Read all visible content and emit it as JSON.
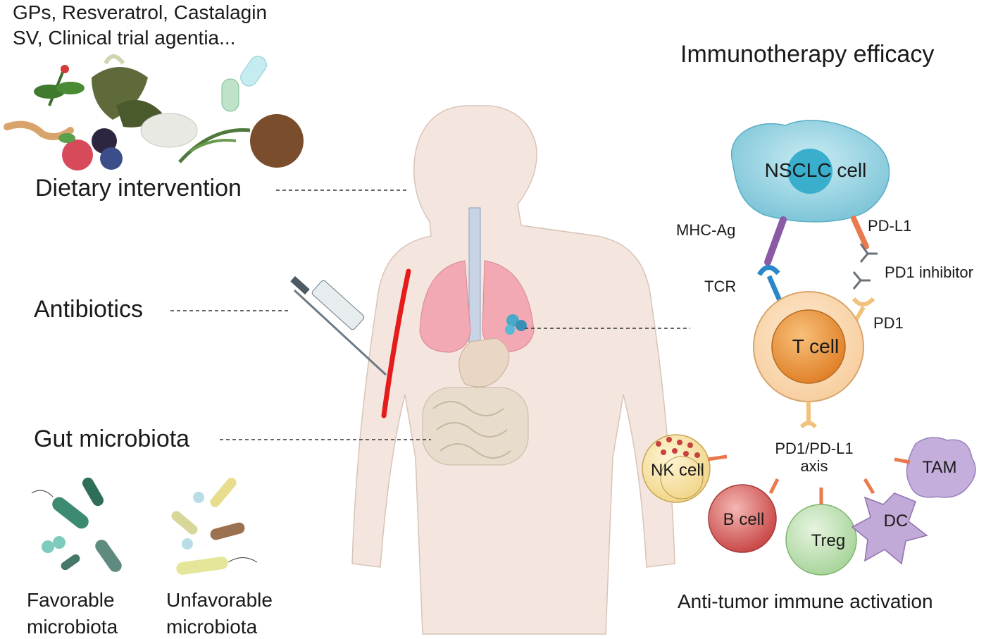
{
  "diet_agents": [
    "GPs, Resveratrol, Castalagin",
    "SV, Clinical trial agentia..."
  ],
  "labels": {
    "dietary": "Dietary intervention",
    "antibiotics": "Antibiotics",
    "gut": "Gut microbiota",
    "favorable_1": "Favorable",
    "favorable_2": "microbiota",
    "unfavorable_1": "Unfavorable",
    "unfavorable_2": "microbiota",
    "efficacy": "Immunotherapy efficacy",
    "nsclc": "NSCLC cell",
    "mhc": "MHC-Ag",
    "pdl1": "PD-L1",
    "pd1_inhibitor": "PD1 inhibitor",
    "tcr": "TCR",
    "pd1": "PD1",
    "tcell": "T cell",
    "axis_1": "PD1/PD-L1",
    "axis_2": "axis",
    "nk": "NK cell",
    "bcell": "B cell",
    "treg": "Treg",
    "dc": "DC",
    "tam": "TAM",
    "activation": "Anti-tumor immune activation"
  },
  "colors": {
    "body": "#f4e6de",
    "body_outline": "#c9b2a5",
    "lung": "#f3a9b3",
    "nsclc": "#8fd0e0",
    "tcell_outer": "#fce3c6",
    "tcell_inner": "#ef9a3e",
    "nk": "#f8e6a8",
    "bcell": "#d2585a",
    "treg": "#b9deb0",
    "dc": "#c1a9d8",
    "tam": "#c4aedc",
    "mhc": "#8a5aa6",
    "tcr": "#2a88c8",
    "pdl1": "#e97a4d",
    "pd1": "#f1c27b",
    "needle_line": "#e51c1c"
  }
}
